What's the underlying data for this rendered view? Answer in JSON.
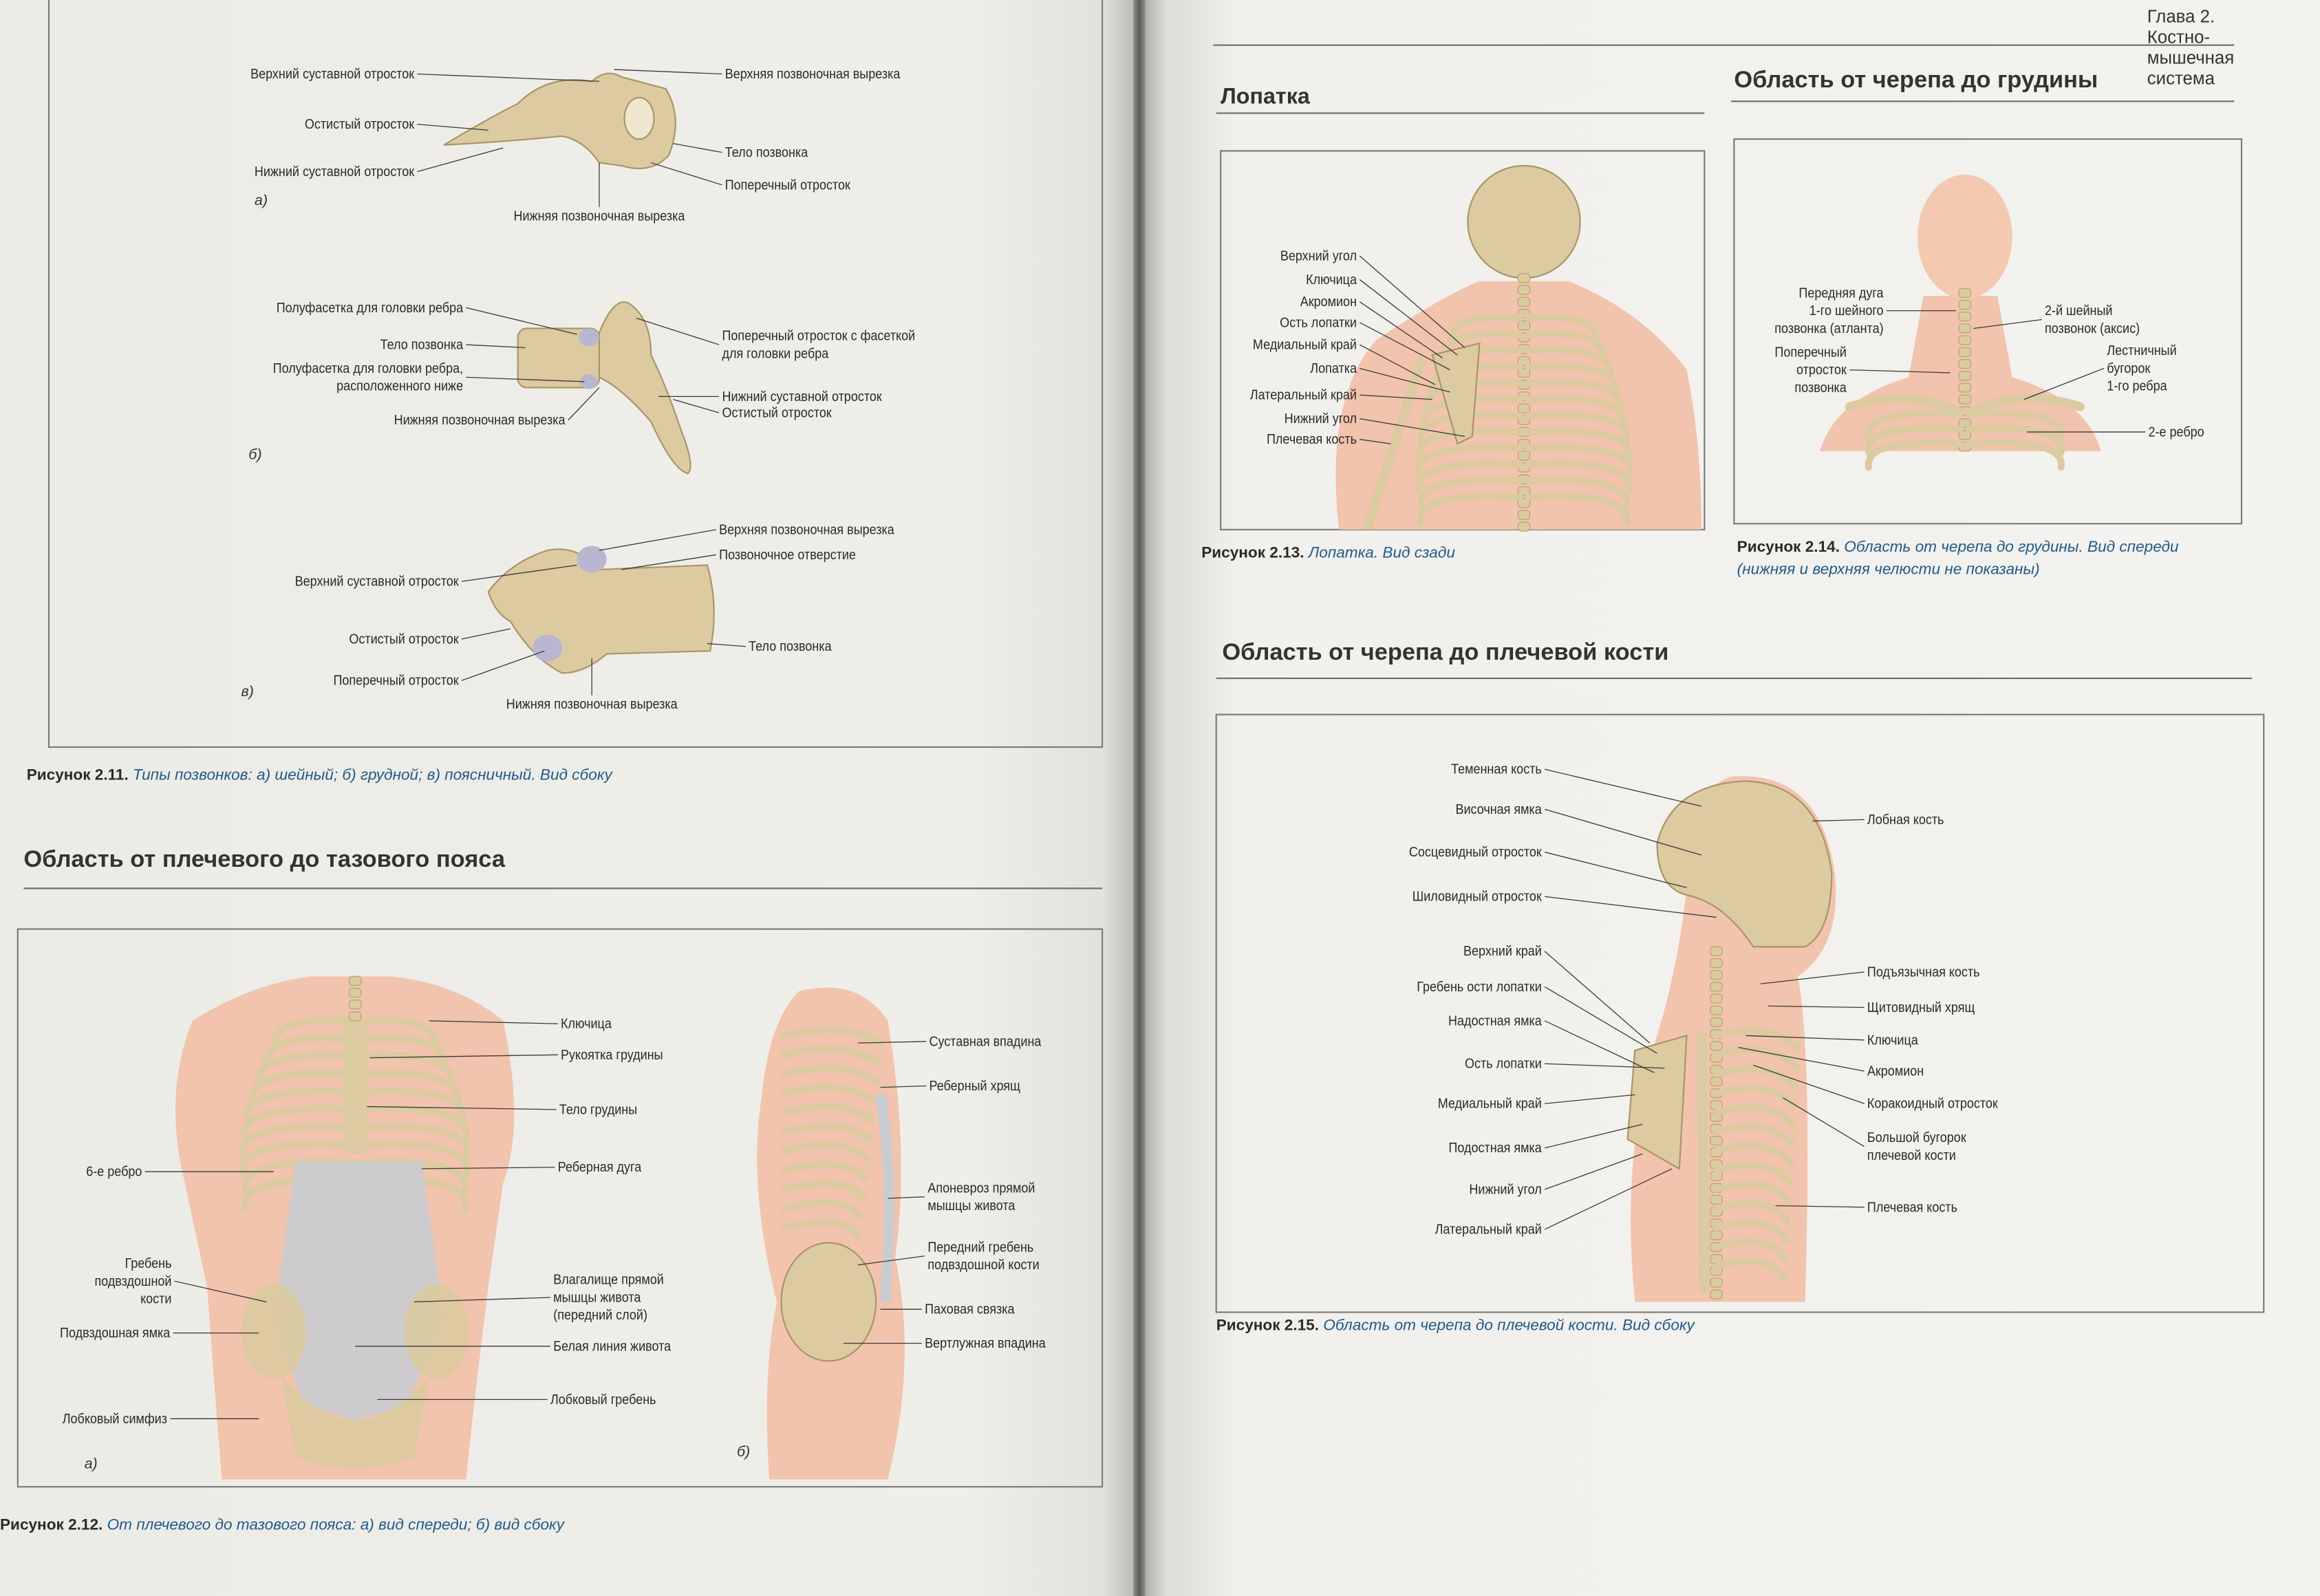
{
  "running_header": "Глава 2. Костно-мышечная система",
  "sections": {
    "shoulder_to_pelvis": "Область от плечевого до тазового пояса",
    "scapula": "Лопатка",
    "skull_to_sternum": "Область от черепа до грудины",
    "skull_to_humerus": "Область от черепа до плечевой кости"
  },
  "figures": {
    "fig_2_11": {
      "number": "Рисунок 2.11.",
      "caption": "Типы позвонков: а) шейный; б) грудной; в) поясничный. Вид сбоку",
      "sublabels": [
        "а)",
        "б)",
        "в)"
      ],
      "labels": [
        "Верхний суставной отросток",
        "Остистый отросток",
        "Нижний суставной отросток",
        "Верхняя позвоночная вырезка",
        "Тело позвонка",
        "Поперечный отросток",
        "Нижняя позвоночная вырезка",
        "Полуфасетка для головки ребра",
        "Тело позвонка",
        "Полуфасетка для головки ребра,\nрасположенного ниже",
        "Нижняя позвоночная вырезка",
        "Поперечный отросток с фасеткой\nдля головки ребра",
        "Нижний суставной отросток",
        "Остистый отросток",
        "Верхняя позвоночная вырезка",
        "Позвоночное отверстие",
        "Верхний суставной отросток",
        "Остистый отросток",
        "Поперечный отросток",
        "Тело позвонка",
        "Нижняя позвоночная вырезка"
      ]
    },
    "fig_2_12": {
      "number": "Рисунок 2.12.",
      "caption": "От плечевого до тазового пояса: а) вид спереди; б) вид сбоку",
      "sublabels": [
        "а)",
        "б)"
      ],
      "labels": [
        "Ключица",
        "Рукоятка грудины",
        "Тело грудины",
        "Реберная дуга",
        "6-е ребро",
        "Гребень\nподвздошной\nкости",
        "Подвздошная ямка",
        "Лобковый симфиз",
        "Влагалище прямой\nмышцы живота\n(передний слой)",
        "Белая линия живота",
        "Лобковый гребень",
        "Суставная впадина",
        "Реберный хрящ",
        "Апоневроз прямой\nмышцы живота",
        "Передний гребень\nподвздошной кости",
        "Паховая связка",
        "Вертлужная впадина"
      ]
    },
    "fig_2_13": {
      "number": "Рисунок 2.13.",
      "caption": "Лопатка. Вид сзади",
      "labels": [
        "Верхний угол",
        "Ключица",
        "Акромион",
        "Ость лопатки",
        "Медиальный край",
        "Лопатка",
        "Латеральный край",
        "Нижний угол",
        "Плечевая кость"
      ]
    },
    "fig_2_14": {
      "number": "Рисунок 2.14.",
      "caption": "Область от черепа до грудины. Вид спереди\n(нижняя и верхняя челюсти не показаны)",
      "labels": [
        "Передняя дуга\n1-го шейного\nпозвонка (атланта)",
        "Поперечный\nотросток\nпозвонка",
        "2-й шейный\nпозвонок (аксис)",
        "Лестничный\nбугорок\n1-го ребра",
        "2-е ребро"
      ]
    },
    "fig_2_15": {
      "number": "Рисунок 2.15.",
      "caption": "Область от черепа до плечевой кости. Вид сбоку",
      "labels": [
        "Теменная кость",
        "Височная ямка",
        "Сосцевидный отросток",
        "Шиловидный отросток",
        "Верхний край",
        "Гребень ости лопатки",
        "Надостная ямка",
        "Ость лопатки",
        "Медиальный край",
        "Подостная ямка",
        "Нижний угол",
        "Латеральный край",
        "Лобная кость",
        "Подъязычная кость",
        "Щитовидный хрящ",
        "Ключица",
        "Акромион",
        "Коракоидный отросток",
        "Большой бугорок\nплечевой кости",
        "Плечевая кость"
      ]
    }
  },
  "colors": {
    "skin": "#f2c3ad",
    "bone": "#dccaa0",
    "cartilage": "#b9b6cf",
    "fascia": "#c9ccd2",
    "caption_accent": "#1f5a8c"
  }
}
